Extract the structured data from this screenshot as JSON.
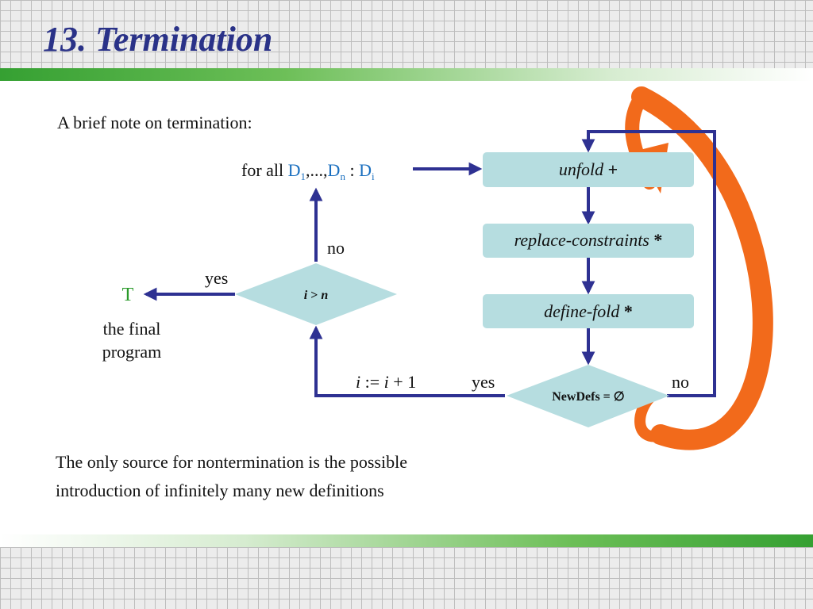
{
  "title": "13. Termination",
  "intro": "A brief note on termination:",
  "footer": {
    "line1": "The only source for nontermination is the possible",
    "line2": "introduction of infinitely many new definitions"
  },
  "diagram": {
    "for_all": {
      "prefix": "for all ",
      "d1": "D",
      "d1_sub": "1",
      "mid": ",...,",
      "dn": "D",
      "dn_sub": "n",
      "colon": " : ",
      "di": "D",
      "di_sub": "i"
    },
    "unfold": {
      "label": "unfold",
      "mark": " +"
    },
    "replace": {
      "label": "replace-constraints",
      "mark": " *"
    },
    "define": {
      "label": "define-fold",
      "mark": " *"
    },
    "newdefs": "NewDefs = ∅",
    "cond": {
      "i": "i",
      "op": " > ",
      "n": "n"
    },
    "yes_left": "yes",
    "no_top": "no",
    "increment": {
      "i1": "i",
      "assign": " := ",
      "i2": "i",
      "plus": " + 1"
    },
    "yes_bottom": "yes",
    "no_right": "no",
    "result": "T",
    "result_caption": {
      "line1": "the final",
      "line2": "program"
    }
  },
  "colors": {
    "title": "#2a3288",
    "arrow": "#2e3192",
    "box": "#b6dde0",
    "accent_blue": "#1a6fbf",
    "result_green": "#2a9a2a",
    "loop_orange": "#f26a1b"
  }
}
